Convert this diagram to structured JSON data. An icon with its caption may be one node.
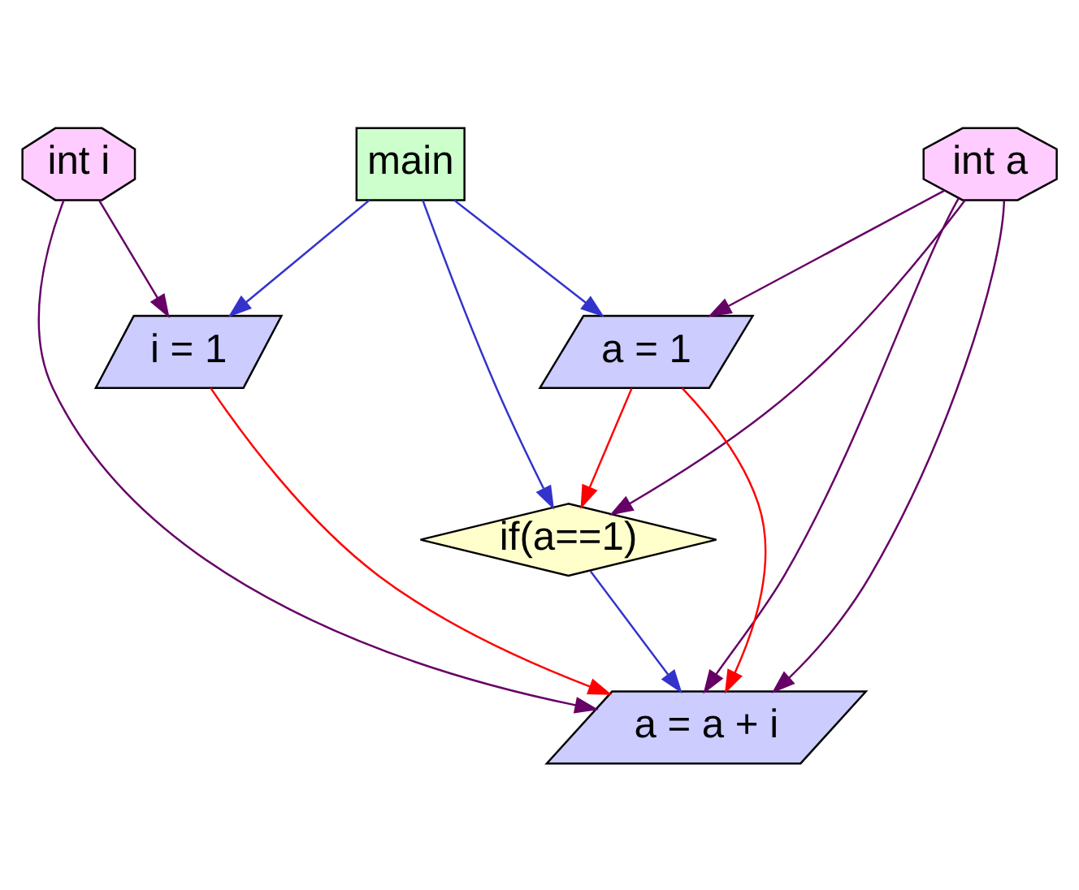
{
  "diagram": {
    "nodes": [
      {
        "text": [
          "int i"
        ]
      },
      {
        "text": [
          "int a"
        ]
      },
      {
        "text": [
          "main"
        ]
      },
      {
        "text": [
          "a = 1"
        ]
      },
      {
        "text": [
          "i = 1"
        ]
      },
      {
        "text": [
          "if(a==1)"
        ]
      },
      {
        "text": [
          "a = a + i"
        ]
      }
    ],
    "edges": [
      {
        "from": 0,
        "to": 4,
        "arrow": "to",
        "color": "#660066"
      },
      {
        "from": 0,
        "to": 6,
        "arrow": "to",
        "color": "#660066"
      },
      {
        "from": 1,
        "to": 3,
        "arrow": "to",
        "color": "#660066"
      },
      {
        "from": 1,
        "to": 5,
        "arrow": "to",
        "color": "#660066"
      },
      {
        "from": 1,
        "to": 6,
        "arrow": "to",
        "color": "#660066"
      },
      {
        "from": 1,
        "to": 6,
        "arrow": "to",
        "color": "#660066"
      },
      {
        "from": 2,
        "to": 4,
        "arrow": "to",
        "color": "#3333cc"
      },
      {
        "from": 2,
        "to": 5,
        "arrow": "to",
        "color": "#3333cc"
      },
      {
        "from": 2,
        "to": 3,
        "arrow": "to",
        "color": "#3333cc"
      },
      {
        "from": 3,
        "to": 5,
        "arrow": "to",
        "color": "#ff0000"
      },
      {
        "from": 3,
        "to": 6,
        "arrow": "to",
        "color": "#ff0000"
      },
      {
        "from": 4,
        "to": 6,
        "arrow": "to",
        "color": "#ff0000"
      },
      {
        "from": 5,
        "to": 6,
        "arrow": "to",
        "color": "#3333cc"
      }
    ]
  }
}
